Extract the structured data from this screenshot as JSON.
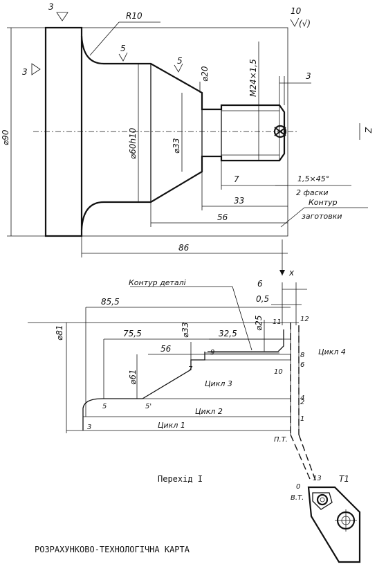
{
  "roughness": {
    "general": "10",
    "general_suffix": "(√)",
    "left_face": "3",
    "top_face": "3",
    "fillet": "5",
    "cone": "5"
  },
  "part_dims": {
    "radius": "R10",
    "d_flange": "⌀90",
    "d_60": "⌀60h10",
    "d_33": "⌀33",
    "d_20": "⌀20",
    "thread": "M24×1,5",
    "chamfer_len": "3",
    "len_7": "7",
    "len_33": "33",
    "len_56": "56",
    "len_86": "86",
    "chamfer": "1,5×45°",
    "chamfer_count": "2 фаски",
    "blank_contour_1": "Контур",
    "blank_contour_2": "заготовки",
    "axis_z": "Z"
  },
  "plan": {
    "axis_x": "x",
    "detail_contour": "Контур деталі",
    "dims": {
      "d_81": "⌀81",
      "l_85_5": "85,5",
      "l_75_5": "75,5",
      "d_33": "⌀33",
      "l_56": "56",
      "d_61": "⌀61",
      "l_32_5": "32,5",
      "d_25": "⌀25",
      "l_6": "6",
      "l_0_5": "0,5"
    },
    "cycles": [
      "Цикл 1",
      "Цикл 2",
      "Цикл 3",
      "Цикл 4"
    ],
    "points": [
      "1",
      "2",
      "3",
      "4",
      "5",
      "5'",
      "6",
      "7",
      "8",
      "9",
      "10",
      "11",
      "12",
      "13",
      "0"
    ],
    "start_point": "П.Т.",
    "tool_point": "В.Т.",
    "tool_label": "Т1"
  },
  "captions": {
    "transition": "Перехід I",
    "card_title": "РОЗРАХУНКОВО-ТЕХНОЛОГІЧНА КАРТА"
  }
}
